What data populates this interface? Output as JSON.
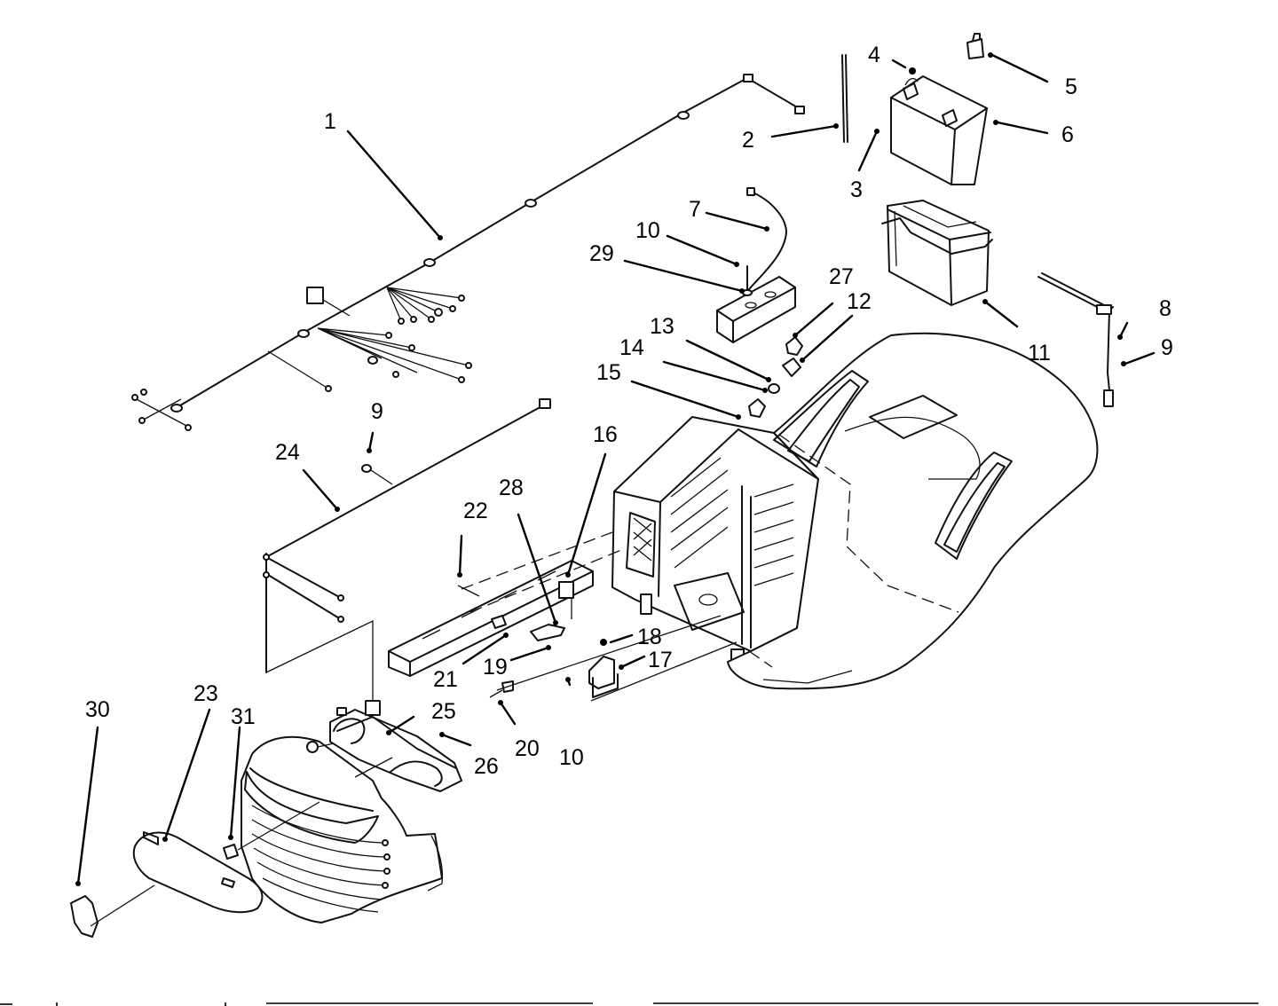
{
  "callouts": {
    "c1": "1",
    "c2": "2",
    "c3": "3",
    "c4": "4",
    "c5": "5",
    "c6": "6",
    "c7": "7",
    "c8": "8",
    "c9a": "9",
    "c9b": "9",
    "c10a": "10",
    "c10b": "10",
    "c11": "11",
    "c12": "12",
    "c13": "13",
    "c14": "14",
    "c15": "15",
    "c16": "16",
    "c17": "17",
    "c18": "18",
    "c19": "19",
    "c20": "20",
    "c21": "21",
    "c22": "22",
    "c23": "23",
    "c24": "24",
    "c25": "25",
    "c26": "26",
    "c27": "27",
    "c28": "28",
    "c29": "29",
    "c30": "30",
    "c31": "31"
  },
  "icons": {
    "harness": "wire-harness-icon",
    "battery": "battery-icon",
    "tray": "battery-tray-icon",
    "fender": "fender-icon",
    "dash": "dash-panel-icon",
    "hood": "hood-grille-icon",
    "headlight": "headlight-icon",
    "bumper": "bumper-icon"
  }
}
